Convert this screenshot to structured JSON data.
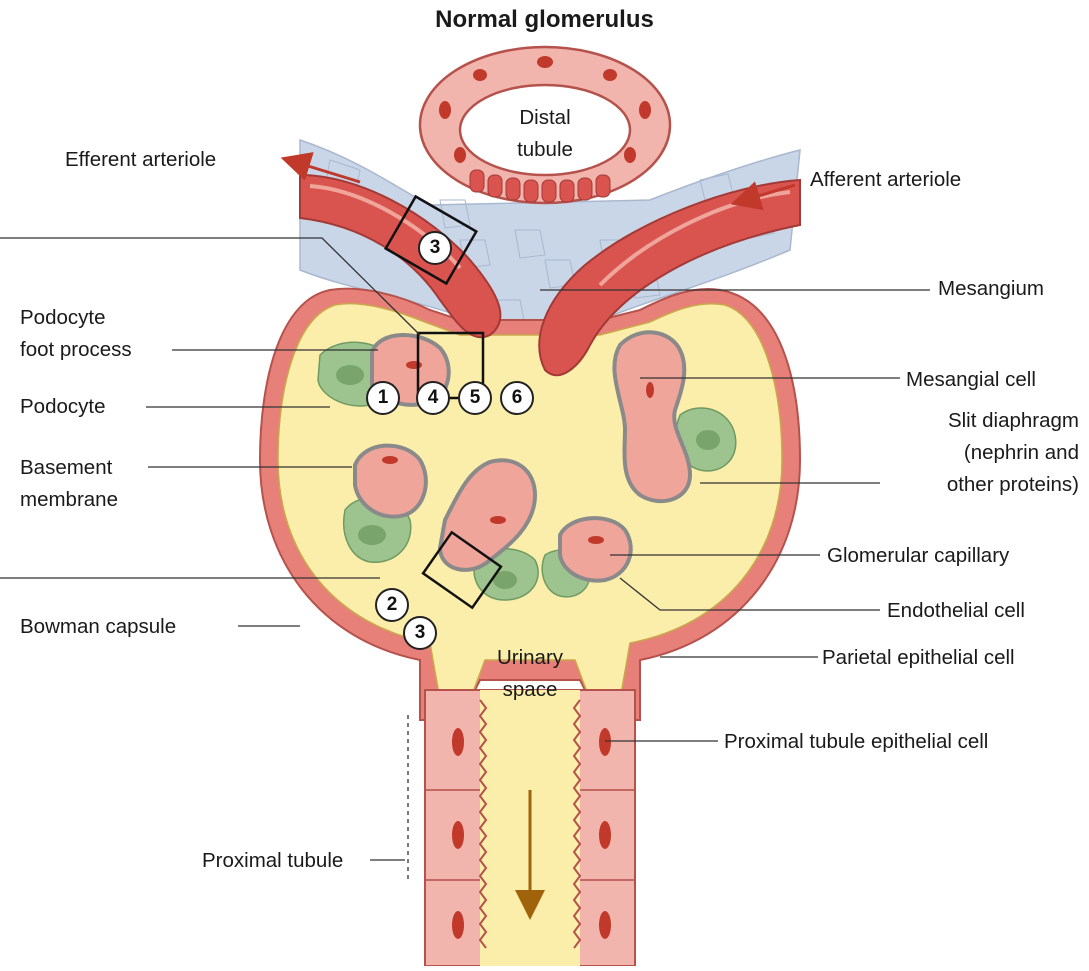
{
  "title": "Normal glomerulus",
  "labels": {
    "efferent_arteriole": "Efferent arteriole",
    "afferent_arteriole": "Afferent arteriole",
    "distal_tubule_1": "Distal",
    "distal_tubule_2": "tubule",
    "mesangium": "Mesangium",
    "podocyte_foot_process_1": "Podocyte",
    "podocyte_foot_process_2": "foot process",
    "podocyte": "Podocyte",
    "basement_membrane_1": "Basement",
    "basement_membrane_2": "membrane",
    "mesangial_cell": "Mesangial cell",
    "slit_diaphragm_1": "Slit diaphragm",
    "slit_diaphragm_2": "(nephrin and",
    "slit_diaphragm_3": "other proteins)",
    "glomerular_capillary": "Glomerular capillary",
    "endothelial_cell": "Endothelial cell",
    "bowman_capsule": "Bowman capsule",
    "parietal_epithelial_cell": "Parietal epithelial cell",
    "urinary_space_1": "Urinary",
    "urinary_space_2": "space",
    "proximal_tubule_epithelial_cell": "Proximal tubule epithelial cell",
    "proximal_tubule": "Proximal tubule"
  },
  "markers": [
    "3",
    "1",
    "4",
    "5",
    "6",
    "2",
    "3"
  ],
  "colors": {
    "vessel": "#d9534f",
    "vessel_light": "#f0a59a",
    "tubule": "#f2b5ad",
    "mesangium": "#c9d6e8",
    "urinary_space": "#fbeeaa",
    "podocyte": "#9dc48f",
    "capsule": "#e8807a",
    "leader": "#333333"
  }
}
